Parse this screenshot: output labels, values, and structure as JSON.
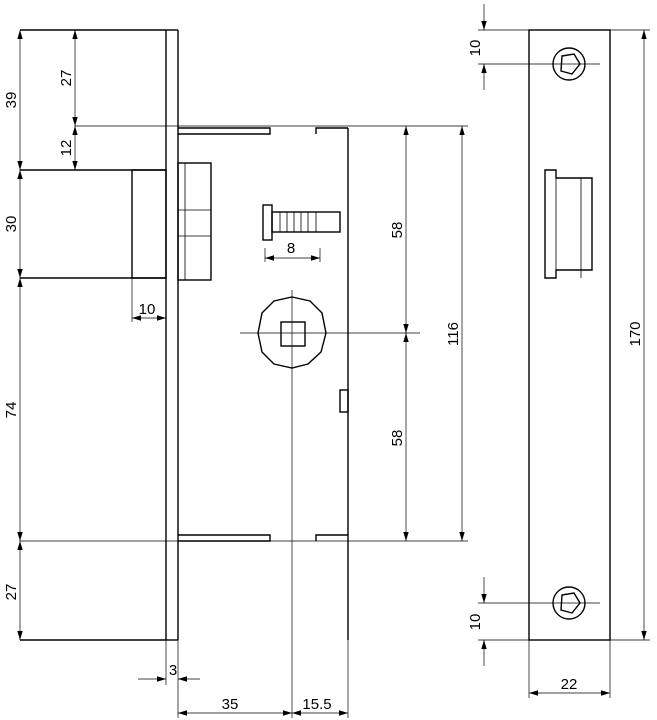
{
  "dimensions": {
    "d39": "39",
    "d27_top": "27",
    "d12": "12",
    "d30": "30",
    "d10_left": "10",
    "d74": "74",
    "d27_bottom": "27",
    "d3": "3",
    "d35": "35",
    "d15_5": "15.5",
    "d8": "8",
    "d58_top": "58",
    "d58_bottom": "58",
    "d116": "116",
    "d10_plate_top": "10",
    "d10_plate_bottom": "10",
    "d170": "170",
    "d22": "22"
  }
}
